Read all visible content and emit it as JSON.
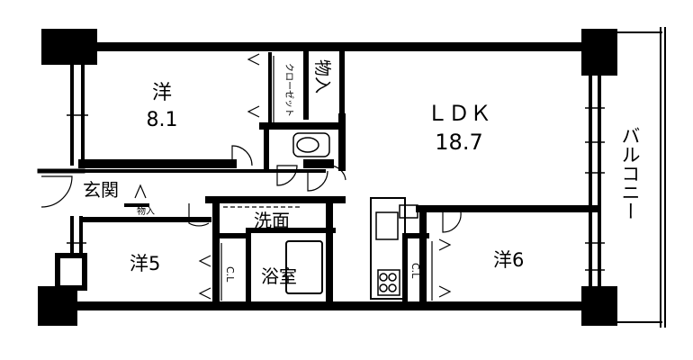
{
  "rooms": {
    "western_1": {
      "name": "洋",
      "size": "8.1"
    },
    "closet": "クローゼット",
    "storage_1": "物入",
    "ldk": {
      "name": "ＬＤＫ",
      "size": "18.7"
    },
    "entrance": "玄関",
    "storage_2": "物入",
    "washroom": "洗面",
    "western_2": "洋5",
    "bath": "浴室",
    "closet_cl_1": "C.L",
    "closet_cl_2": "C.L",
    "western_3": "洋6",
    "balcony": "バルコニー"
  },
  "colors": {
    "wall": "#000000",
    "background": "#ffffff"
  }
}
